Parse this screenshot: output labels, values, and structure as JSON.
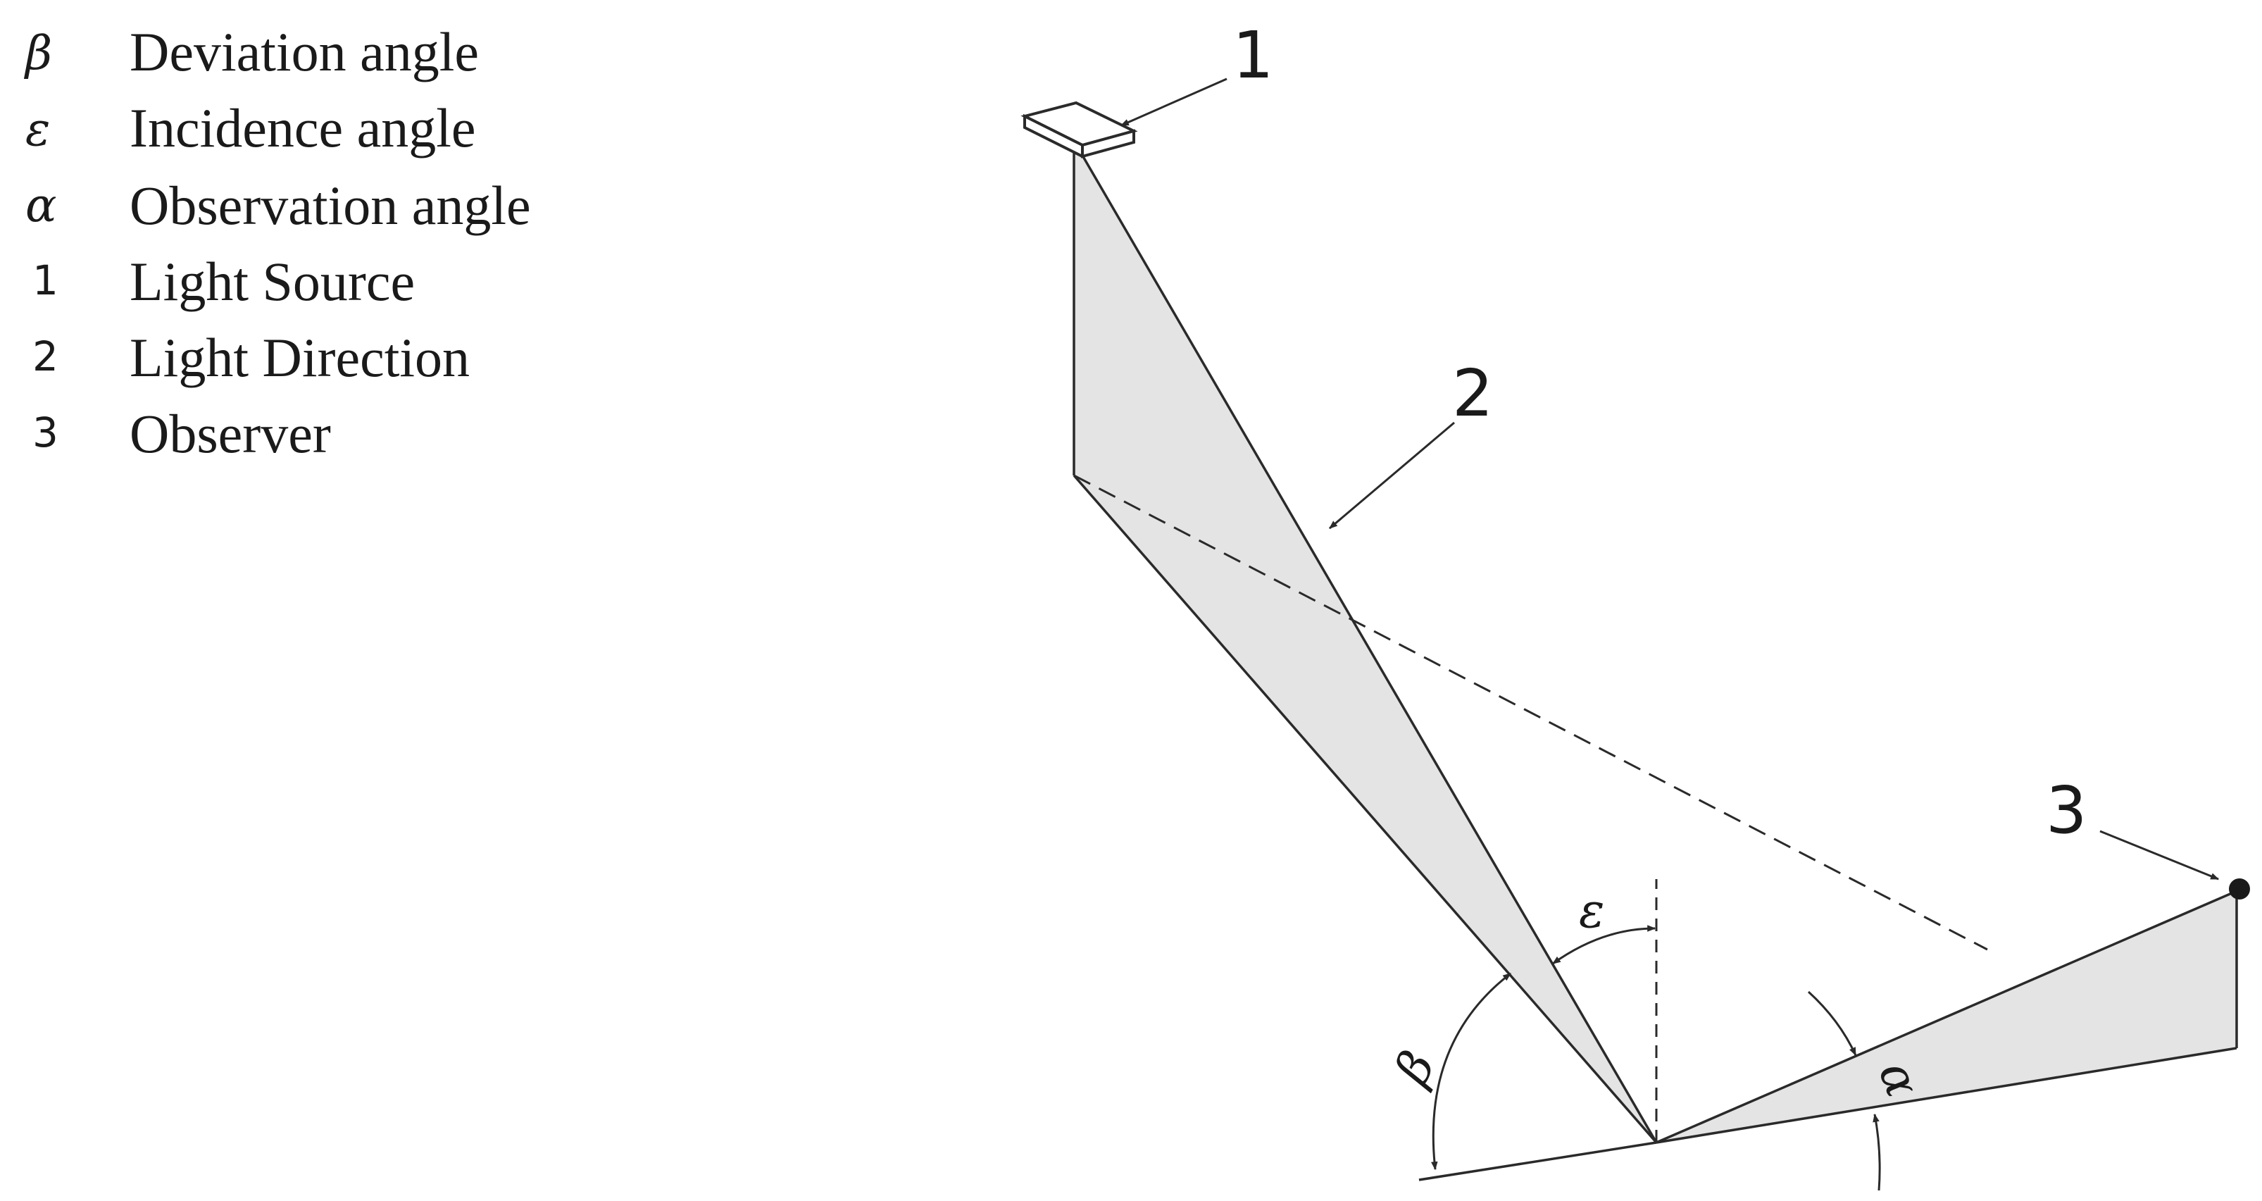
{
  "legend": {
    "items": [
      {
        "symbol": "β",
        "label": "Deviation angle"
      },
      {
        "symbol": "ε",
        "label": "Incidence angle"
      },
      {
        "symbol": "α",
        "label": "Observation angle"
      },
      {
        "symbol": "1",
        "label": "Light Source"
      },
      {
        "symbol": "2",
        "label": "Light Direction"
      },
      {
        "symbol": "3",
        "label": "Observer"
      }
    ]
  },
  "diagram": {
    "callouts": {
      "light_source": "1",
      "light_direction": "2",
      "observer": "3"
    },
    "angles": {
      "incidence": "ε",
      "deviation": "β",
      "observation": "α"
    },
    "colors": {
      "line": "#2a2a2a",
      "fill": "#e4e4e4",
      "text": "#1a1a1a"
    }
  }
}
